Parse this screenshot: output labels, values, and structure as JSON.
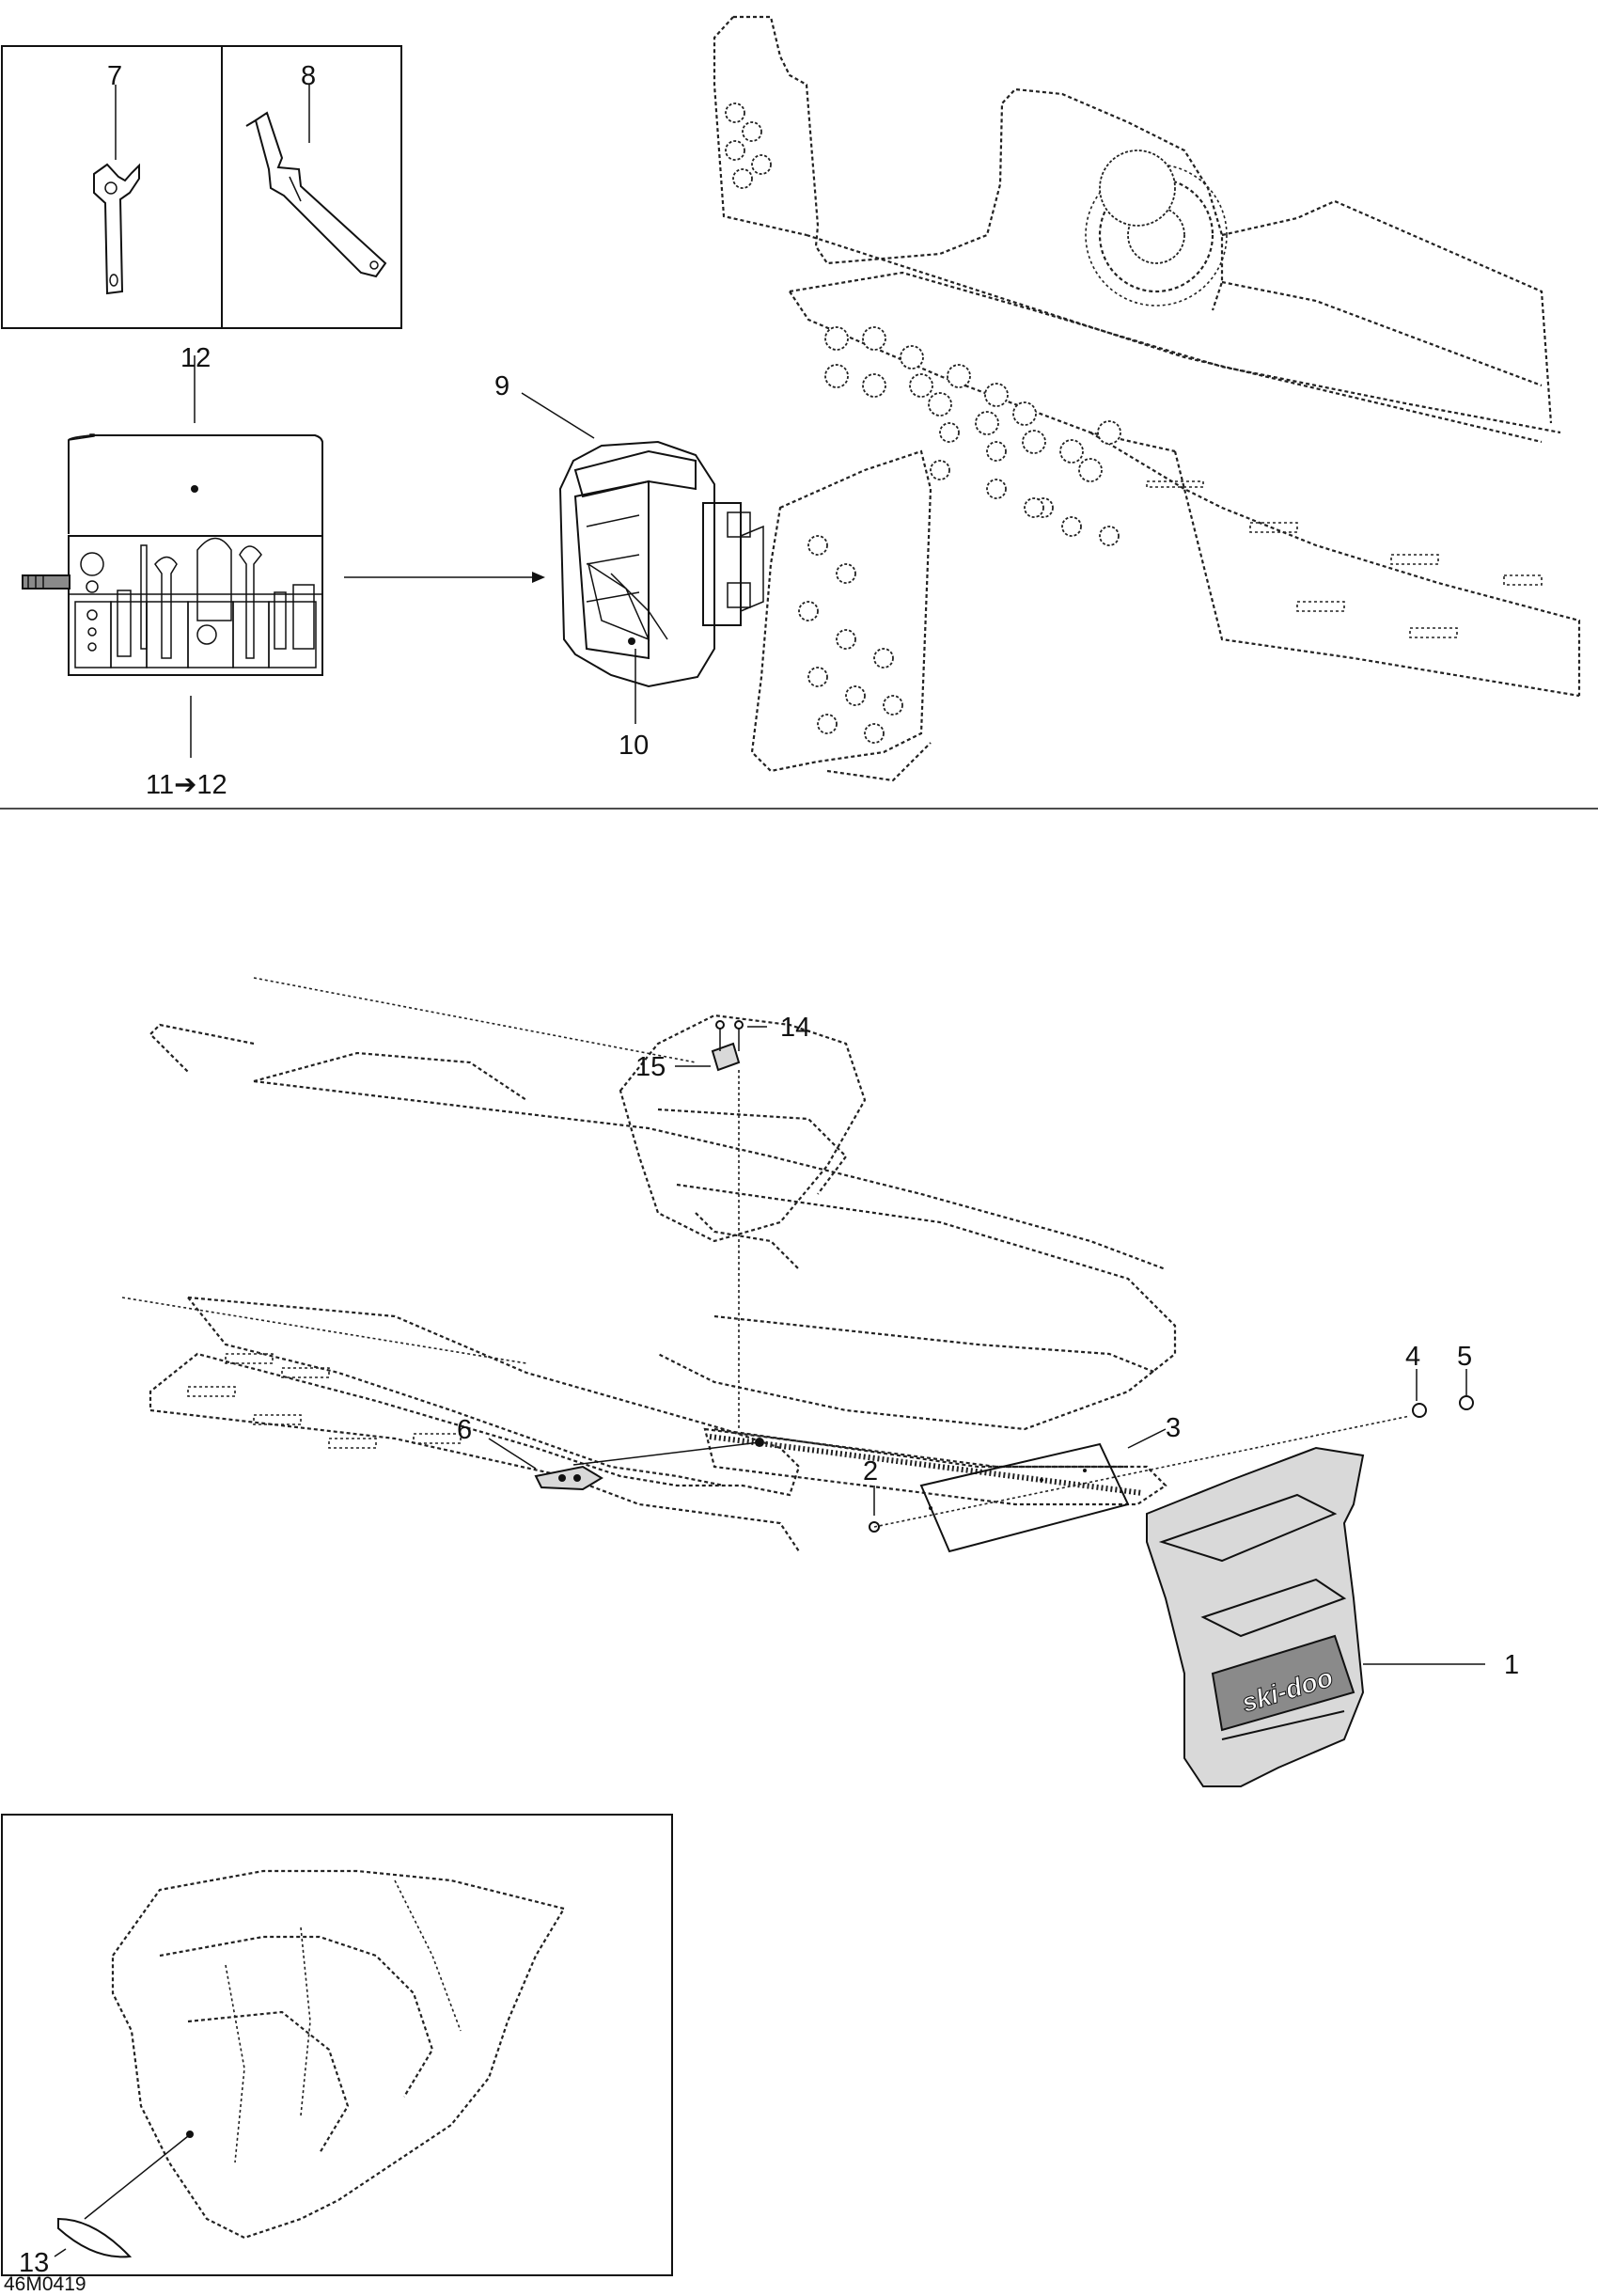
{
  "diagram_code": "46M0419",
  "callouts": {
    "c1": "1",
    "c2": "2",
    "c3": "3",
    "c4": "4",
    "c5": "5",
    "c6": "6",
    "c7": "7",
    "c8": "8",
    "c9": "9",
    "c10": "10",
    "c11_12": "11➔12",
    "c12": "12",
    "c13": "13",
    "c14": "14",
    "c15": "15"
  },
  "flap_logo": "ski-doo"
}
